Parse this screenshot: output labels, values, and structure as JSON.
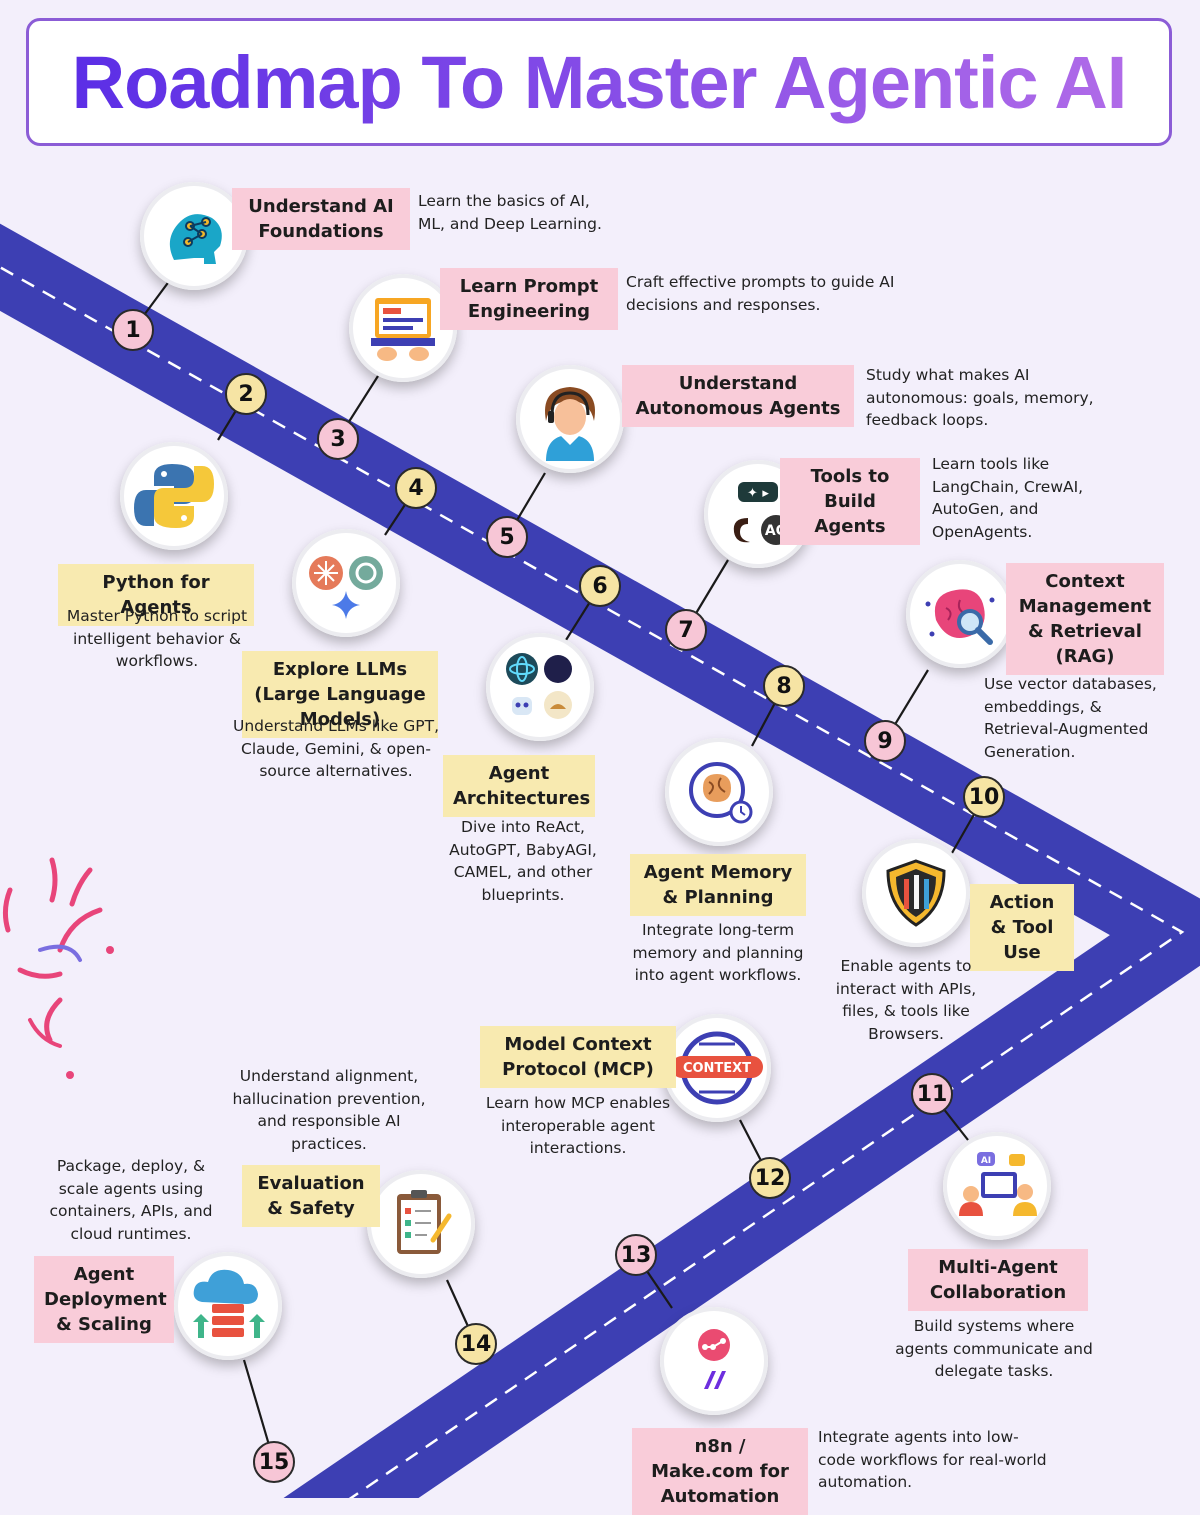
{
  "title": "Roadmap To Master Agentic AI",
  "colors": {
    "road": "#3d3fb3",
    "pink": "#f9ccd9",
    "yellow": "#f8eab0",
    "title_start": "#5b2ee6",
    "title_end": "#b06be8"
  },
  "steps": [
    {
      "num": "1",
      "label": "Understand AI Foundations",
      "desc": "Learn the basics of AI, ML, and Deep Learning.",
      "icon": "brain-network-icon"
    },
    {
      "num": "2",
      "label": "Python for Agents",
      "desc": "Master Python to script intelligent behavior & workflows.",
      "icon": "python-logo-icon"
    },
    {
      "num": "3",
      "label": "Learn Prompt Engineering",
      "desc": "Craft effective prompts to guide AI decisions and responses.",
      "icon": "laptop-typing-icon"
    },
    {
      "num": "4",
      "label": "Explore LLMs (Large Language Models)",
      "desc": "Understand LLMs like GPT, Claude, Gemini, & open-source alternatives.",
      "icon": "llm-logos-icon"
    },
    {
      "num": "5",
      "label": "Understand Autonomous Agents",
      "desc": "Study what makes AI autonomous: goals, memory, feedback loops.",
      "icon": "support-agent-icon"
    },
    {
      "num": "6",
      "label": "Agent Architectures",
      "desc": "Dive into ReAct, AutoGPT, BabyAGI, CAMEL, and other blueprints.",
      "icon": "architecture-logos-icon"
    },
    {
      "num": "7",
      "label": "Tools to Build Agents",
      "desc": "Learn tools like LangChain, CrewAI, AutoGen, and OpenAgents.",
      "icon": "agent-tools-icon",
      "badge": "AG"
    },
    {
      "num": "8",
      "label": "Agent Memory & Planning",
      "desc": "Integrate long-term memory and planning into agent workflows.",
      "icon": "brain-clock-icon"
    },
    {
      "num": "9",
      "label": "Context Management & Retrieval (RAG)",
      "desc": "Use vector databases, embeddings, & Retrieval-Augmented Generation.",
      "icon": "brain-search-icon"
    },
    {
      "num": "10",
      "label": "Action & Tool Use",
      "desc": "Enable agents to interact with APIs, files, & tools like Browsers.",
      "icon": "tools-shield-icon"
    },
    {
      "num": "11",
      "label": "Multi-Agent Collaboration",
      "desc": "Build systems where agents communicate and delegate tasks.",
      "icon": "collaboration-icon",
      "badge": "AI"
    },
    {
      "num": "12",
      "label": "Model Context Protocol (MCP)",
      "desc": "Learn how MCP enables interoperable agent interactions.",
      "icon": "context-icon",
      "badge": "CONTEXT"
    },
    {
      "num": "13",
      "label": "n8n / Make.com for Automation",
      "desc": "Integrate agents into low-code workflows for real-world automation.",
      "icon": "automation-logos-icon"
    },
    {
      "num": "14",
      "label": "Evaluation & Safety",
      "desc": "Understand alignment, hallucination prevention, and responsible AI practices.",
      "icon": "checklist-icon"
    },
    {
      "num": "15",
      "label": "Agent Deployment & Scaling",
      "desc": "Package, deploy, & scale agents using containers, APIs, and cloud runtimes.",
      "icon": "cloud-server-icon"
    }
  ]
}
